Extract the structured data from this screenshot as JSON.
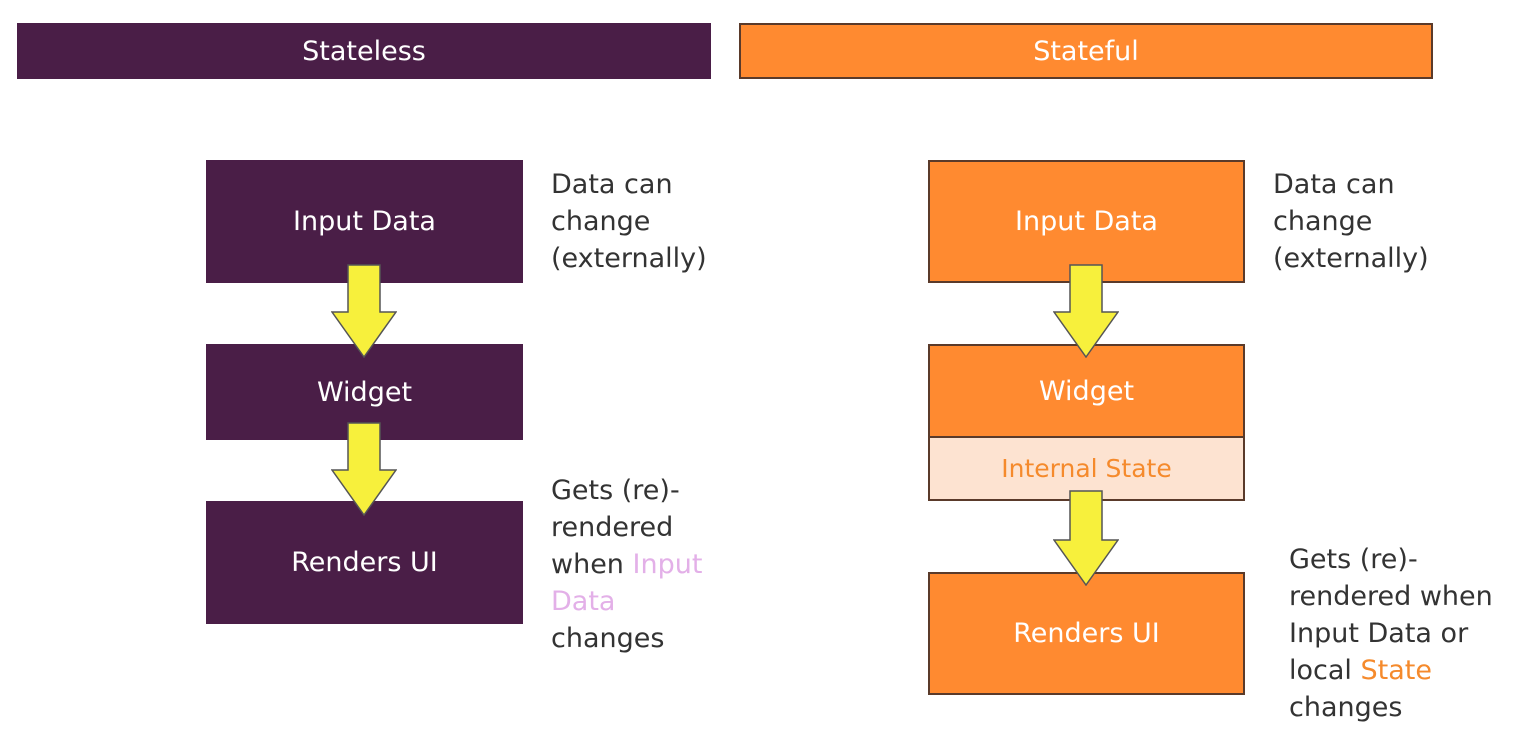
{
  "left": {
    "header": "Stateless",
    "input_box": "Input Data",
    "widget_box": "Widget",
    "renders_box": "Renders UI",
    "note_top": "Data can\nchange\n(externally)",
    "note_bottom_pre": "Gets (re)-\nrendered\nwhen ",
    "note_bottom_highlight": "Input\nData",
    "note_bottom_post": "\nchanges"
  },
  "right": {
    "header": "Stateful",
    "input_box": "Input Data",
    "widget_box": "Widget",
    "state_box": "Internal State",
    "renders_box": "Renders UI",
    "note_top": "Data can\nchange\n(externally)",
    "note_bottom_pre": "Gets (re)-\nrendered when\nInput Data or\nlocal ",
    "note_bottom_highlight": "State",
    "note_bottom_post": "\nchanges"
  },
  "colors": {
    "stateless": "#4a1e47",
    "stateful": "#ff8a30",
    "arrow": "#f7f03c",
    "highlight_pink": "#e3b0e8",
    "highlight_orange": "#f58a2c"
  },
  "icons": {
    "arrow": "down-arrow-icon"
  }
}
